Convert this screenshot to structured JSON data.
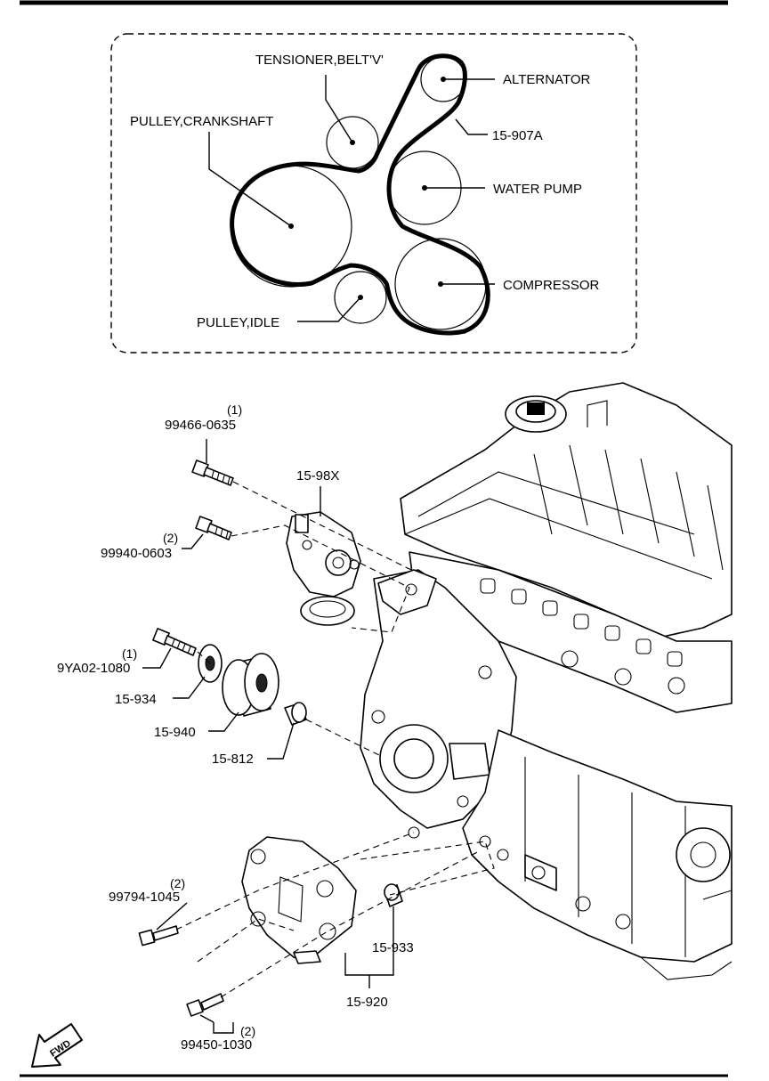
{
  "belt_routing": {
    "labels": {
      "tensioner": "TENSIONER,BELT'V'",
      "alternator": "ALTERNATOR",
      "crankshaft": "PULLEY,CRANKSHAFT",
      "belt": "15-907A",
      "water_pump": "WATER PUMP",
      "compressor": "COMPRESSOR",
      "idle": "PULLEY,IDLE"
    }
  },
  "parts": [
    {
      "id": "bolt-tensioner-upper",
      "number": "99466-0635",
      "qty": "(1)"
    },
    {
      "id": "tensioner-assembly",
      "number": "15-98X"
    },
    {
      "id": "bolt-tensioner-lower",
      "number": "99940-0603",
      "qty": "(2)"
    },
    {
      "id": "bolt-idler",
      "number": "9YA02-1080",
      "qty": "(1)"
    },
    {
      "id": "washer",
      "number": "15-934"
    },
    {
      "id": "idler-pulley",
      "number": "15-940"
    },
    {
      "id": "bushing",
      "number": "15-812"
    },
    {
      "id": "bolt-bracket-upper",
      "number": "99794-1045",
      "qty": "(2)"
    },
    {
      "id": "bracket-sleeve",
      "number": "15-933"
    },
    {
      "id": "bracket",
      "number": "15-920"
    },
    {
      "id": "bolt-bracket-lower",
      "number": "99450-1030",
      "qty": "(2)"
    }
  ],
  "fwd_arrow": "FWD"
}
